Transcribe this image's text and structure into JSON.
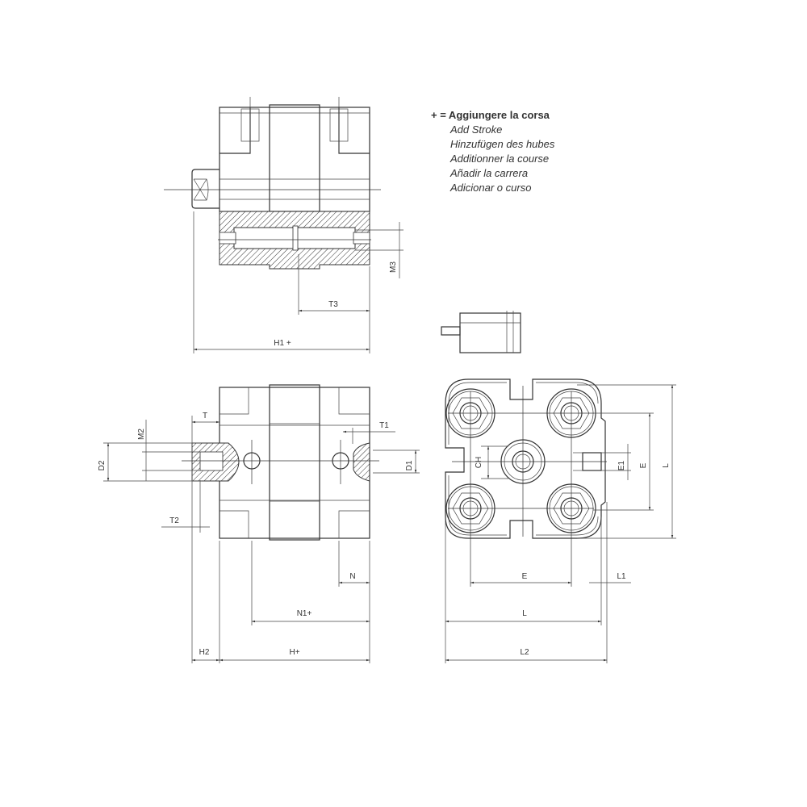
{
  "legend": {
    "main": "+ = Aggiungere la corsa",
    "translations": [
      "Add Stroke",
      "Hinzufügen des hubes",
      "Additionner la course",
      "Añadir la carrera",
      "Adicionar o curso"
    ]
  },
  "dimensions": {
    "top_view": {
      "t3": "T3",
      "h1": "H1 +",
      "m3": "M3"
    },
    "side_view": {
      "t": "T",
      "t1": "T1",
      "m2": "M2",
      "d2": "D2",
      "d1": "D1",
      "t2": "T2",
      "n": "N",
      "n1": "N1+",
      "h2": "H2",
      "h": "H+"
    },
    "end_view": {
      "ch": "CH",
      "e1": "E1",
      "e_vertical": "E",
      "l_vertical": "L",
      "e_horizontal": "E",
      "l1": "L1",
      "l_horizontal": "L",
      "l2": "L2"
    }
  }
}
